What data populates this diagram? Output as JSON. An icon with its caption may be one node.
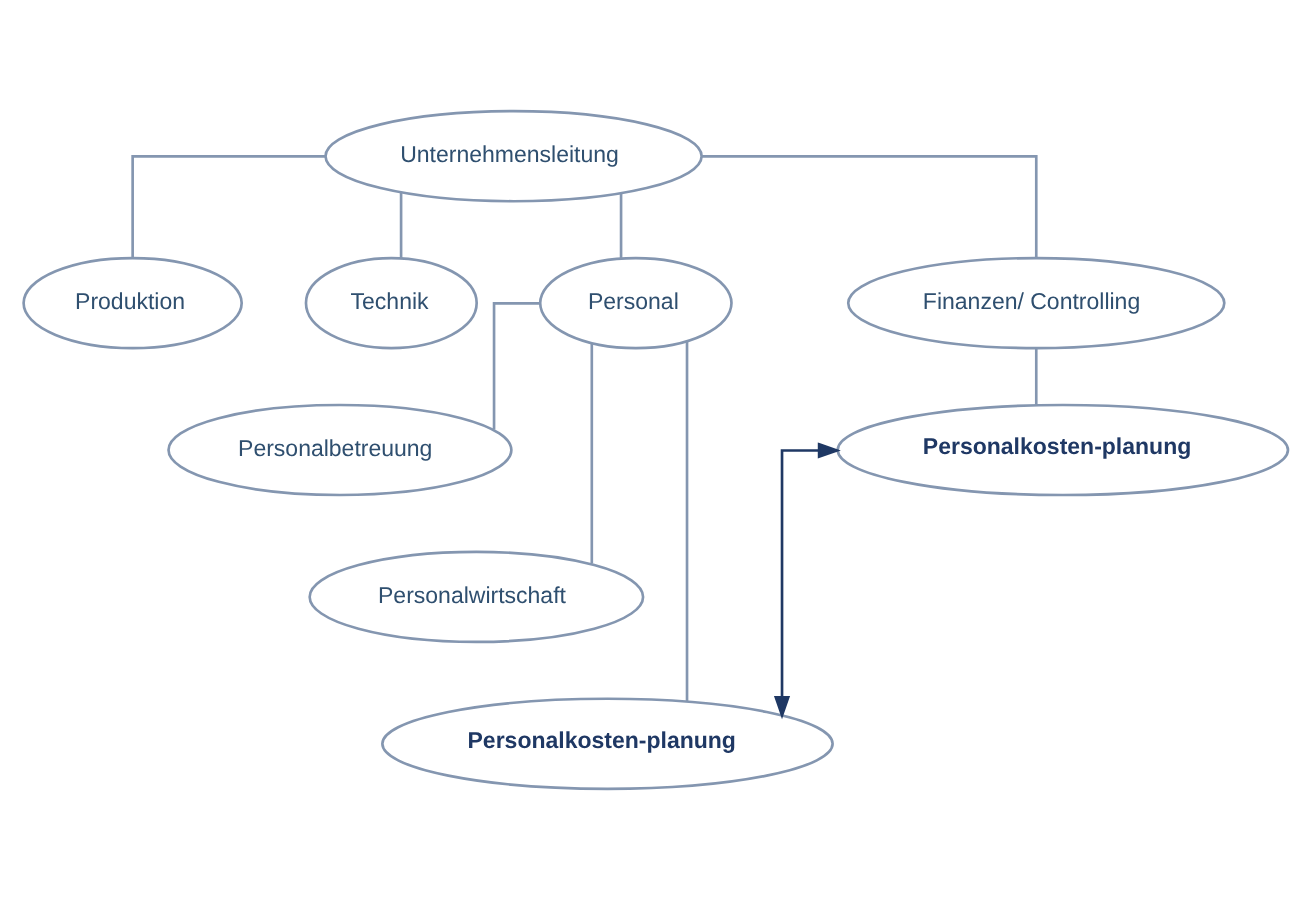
{
  "diagram": {
    "nodes": [
      {
        "text": [
          "Unternehmensleitung"
        ]
      },
      {
        "text": [
          "Produktion"
        ]
      },
      {
        "text": [
          "Technik"
        ]
      },
      {
        "text": [
          "Personal"
        ]
      },
      {
        "text": [
          "Finanzen/ Controlling"
        ]
      },
      {
        "text": [
          "Personalkosten-planung"
        ]
      },
      {
        "text": [
          "Personalbetreuung"
        ]
      },
      {
        "text": [
          "Personalwirtschaft"
        ]
      },
      {
        "text": [
          "Personalkosten-planung"
        ]
      }
    ],
    "edges": [
      {
        "from": 0,
        "to": 1,
        "arrow": "none"
      },
      {
        "from": 0,
        "to": 2,
        "arrow": "none"
      },
      {
        "from": 0,
        "to": 3,
        "arrow": "none"
      },
      {
        "from": 0,
        "to": 4,
        "arrow": "none"
      },
      {
        "from": 4,
        "to": 5,
        "arrow": "none"
      },
      {
        "from": 3,
        "to": 6,
        "arrow": "none"
      },
      {
        "from": 3,
        "to": 7,
        "arrow": "none"
      },
      {
        "from": 3,
        "to": 8,
        "arrow": "none"
      },
      {
        "from": 8,
        "to": 5,
        "arrow": "both",
        "color": "#1f3864"
      }
    ]
  }
}
